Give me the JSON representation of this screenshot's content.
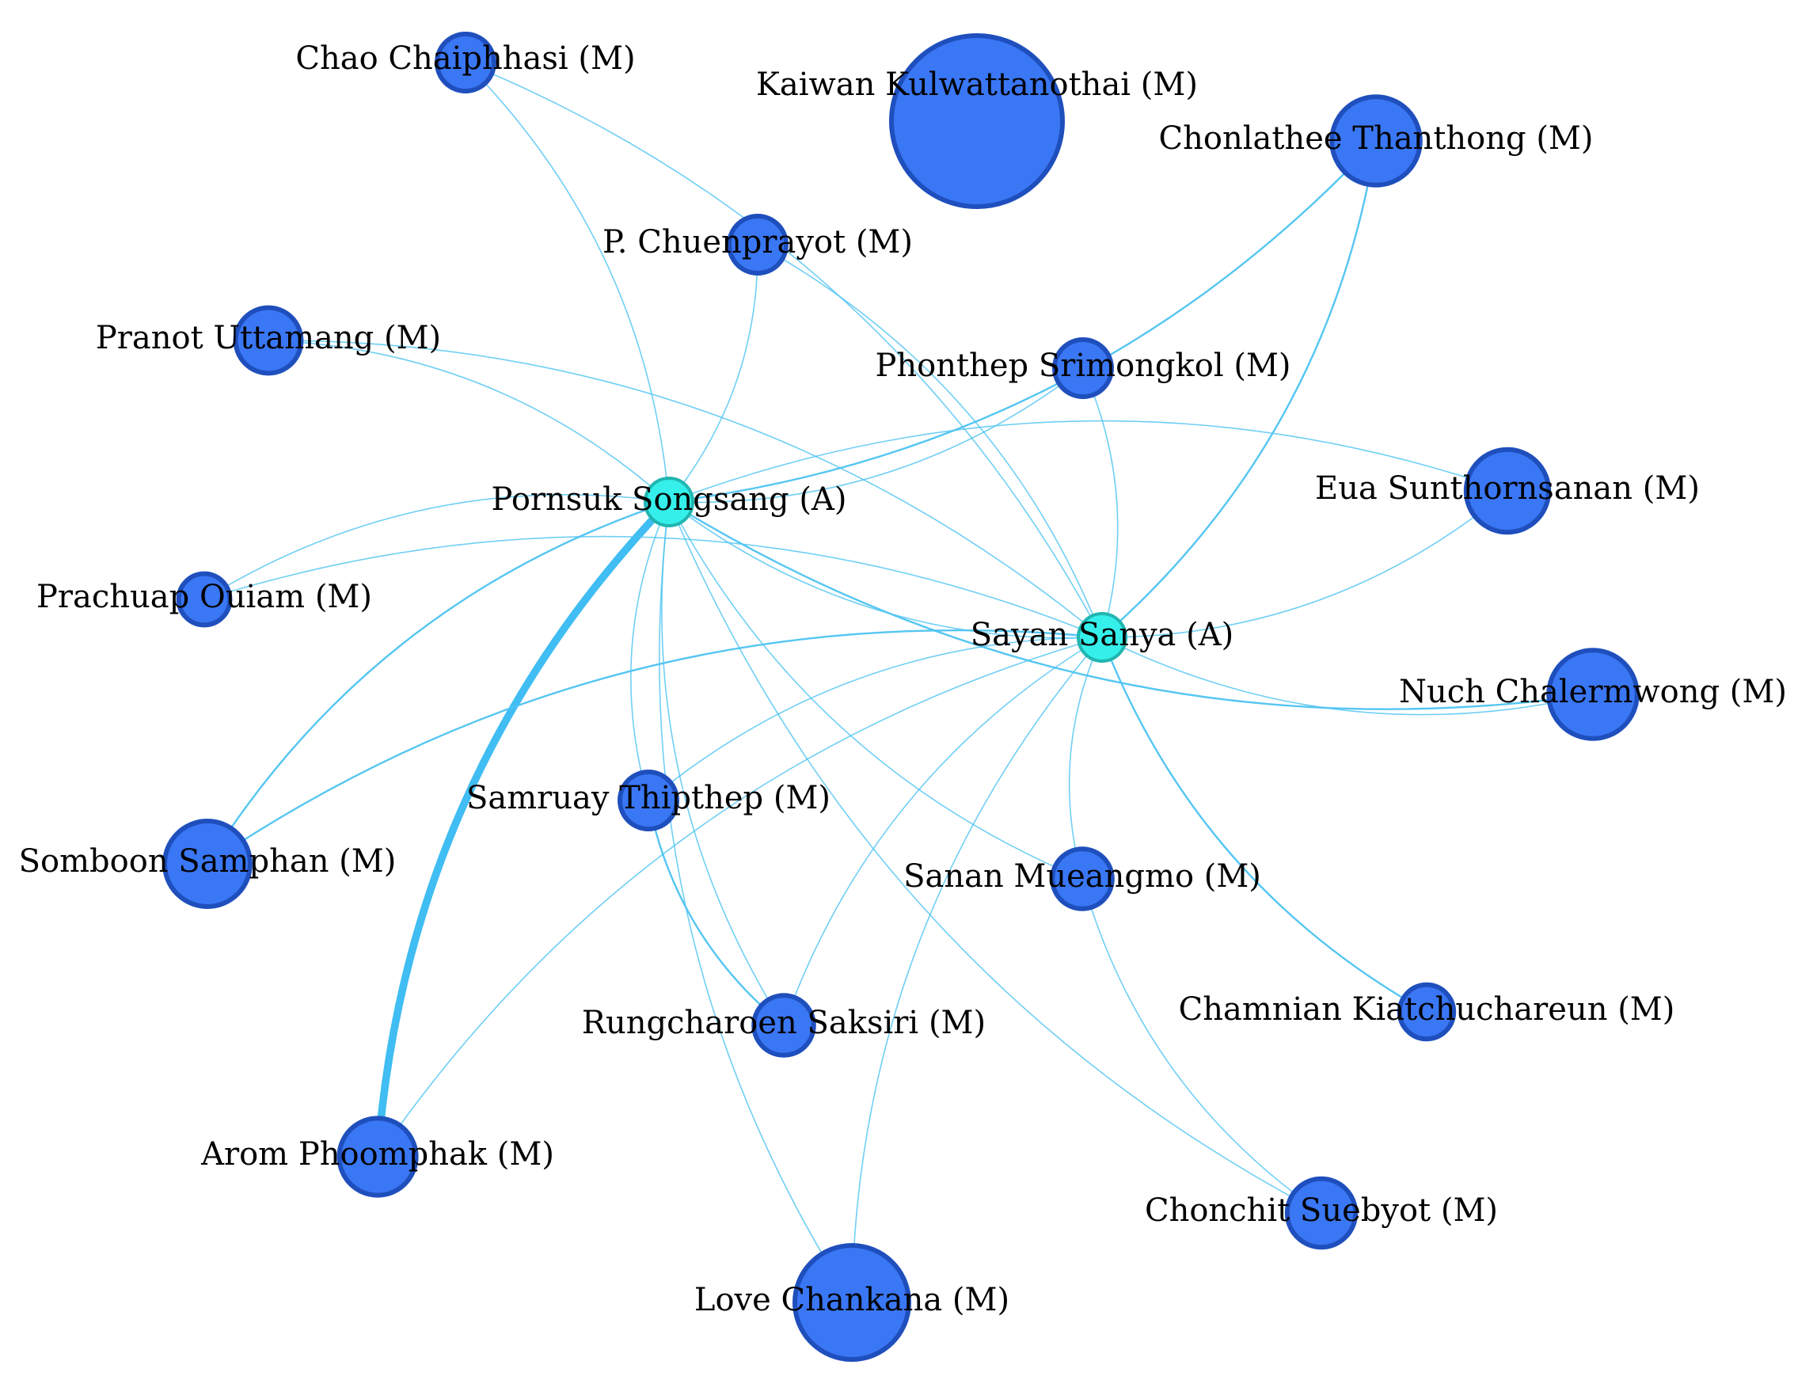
{
  "network": {
    "colors": {
      "edge": "#4cc3f1",
      "edge_strong": "#36b9f1",
      "actor_fill": "#35efea",
      "actor_stroke": "#21b5b0",
      "member_fill": "#3a77f5",
      "member_stroke": "#1f4fbd"
    },
    "nodes": [
      {
        "id": "pornsuk",
        "label": "Pornsuk Songsang (A)",
        "role": "A",
        "size": 1.0
      },
      {
        "id": "sayan",
        "label": "Sayan Sanya (A)",
        "role": "A",
        "size": 1.0
      },
      {
        "id": "kaiwan",
        "label": "Kaiwan Kulwattanothai (M)",
        "role": "M",
        "size": 3.0
      },
      {
        "id": "chao",
        "label": "Chao Chaiphhasi (M)",
        "role": "M",
        "size": 1.0
      },
      {
        "id": "chonlathee",
        "label": "Chonlathee Thanthong (M)",
        "role": "M",
        "size": 1.55
      },
      {
        "id": "pchuen",
        "label": "P. Chuenprayot (M)",
        "role": "M",
        "size": 1.0
      },
      {
        "id": "pranot",
        "label": "Pranot Uttamang (M)",
        "role": "M",
        "size": 1.15
      },
      {
        "id": "phonthep",
        "label": "Phonthep Srimongkol (M)",
        "role": "M",
        "size": 1.0
      },
      {
        "id": "eua",
        "label": "Eua Sunthornsanan (M)",
        "role": "M",
        "size": 1.45
      },
      {
        "id": "prachuap",
        "label": "Prachuap Ouiam (M)",
        "role": "M",
        "size": 0.9
      },
      {
        "id": "nuch",
        "label": "Nuch Chalermwong (M)",
        "role": "M",
        "size": 1.55
      },
      {
        "id": "samruay",
        "label": "Samruay Thipthep (M)",
        "role": "M",
        "size": 1.0
      },
      {
        "id": "somboon",
        "label": "Somboon Samphan (M)",
        "role": "M",
        "size": 1.5
      },
      {
        "id": "sanan",
        "label": "Sanan Mueangmo (M)",
        "role": "M",
        "size": 1.05
      },
      {
        "id": "rung",
        "label": "Rungcharoen Saksiri (M)",
        "role": "M",
        "size": 1.05
      },
      {
        "id": "chamnian",
        "label": "Chamnian Kiatchuchareun (M)",
        "role": "M",
        "size": 0.95
      },
      {
        "id": "arom",
        "label": "Arom Phoomphak (M)",
        "role": "M",
        "size": 1.35
      },
      {
        "id": "chonchit",
        "label": "Chonchit Suebyot (M)",
        "role": "M",
        "size": 1.2
      },
      {
        "id": "love",
        "label": "Love Chankana (M)",
        "role": "M",
        "size": 2.0
      }
    ],
    "edges": [
      {
        "source": "pornsuk",
        "target": "arom",
        "weight": 6
      },
      {
        "source": "pornsuk",
        "target": "somboon",
        "weight": 1.5
      },
      {
        "source": "pornsuk",
        "target": "prachuap",
        "weight": 1
      },
      {
        "source": "pornsuk",
        "target": "pranot",
        "weight": 1
      },
      {
        "source": "pornsuk",
        "target": "chao",
        "weight": 1
      },
      {
        "source": "pornsuk",
        "target": "pchuen",
        "weight": 1
      },
      {
        "source": "pornsuk",
        "target": "phonthep",
        "weight": 1
      },
      {
        "source": "pornsuk",
        "target": "chonlathee",
        "weight": 1.5
      },
      {
        "source": "pornsuk",
        "target": "sayan",
        "weight": 1
      },
      {
        "source": "pornsuk",
        "target": "nuch",
        "weight": 1.5
      },
      {
        "source": "pornsuk",
        "target": "sanan",
        "weight": 1
      },
      {
        "source": "pornsuk",
        "target": "samruay",
        "weight": 1
      },
      {
        "source": "pornsuk",
        "target": "rung",
        "weight": 1
      },
      {
        "source": "pornsuk",
        "target": "chonchit",
        "weight": 1
      },
      {
        "source": "pornsuk",
        "target": "love",
        "weight": 1
      },
      {
        "source": "sayan",
        "target": "chonlathee",
        "weight": 1.5
      },
      {
        "source": "sayan",
        "target": "eua",
        "weight": 1
      },
      {
        "source": "sayan",
        "target": "nuch",
        "weight": 1
      },
      {
        "source": "sayan",
        "target": "chamnian",
        "weight": 1.5
      },
      {
        "source": "sayan",
        "target": "sanan",
        "weight": 1
      },
      {
        "source": "sayan",
        "target": "rung",
        "weight": 1
      },
      {
        "source": "sayan",
        "target": "love",
        "weight": 1
      },
      {
        "source": "sayan",
        "target": "samruay",
        "weight": 1
      },
      {
        "source": "sayan",
        "target": "arom",
        "weight": 1
      },
      {
        "source": "sayan",
        "target": "somboon",
        "weight": 1.5
      },
      {
        "source": "sayan",
        "target": "prachuap",
        "weight": 1
      },
      {
        "source": "sayan",
        "target": "pranot",
        "weight": 1
      },
      {
        "source": "sayan",
        "target": "chao",
        "weight": 1
      },
      {
        "source": "sayan",
        "target": "pchuen",
        "weight": 1
      },
      {
        "source": "sayan",
        "target": "phonthep",
        "weight": 1
      },
      {
        "source": "samruay",
        "target": "rung",
        "weight": 1.5
      },
      {
        "source": "sanan",
        "target": "chonchit",
        "weight": 1
      },
      {
        "source": "eua",
        "target": "pornsuk",
        "weight": 1
      }
    ]
  }
}
